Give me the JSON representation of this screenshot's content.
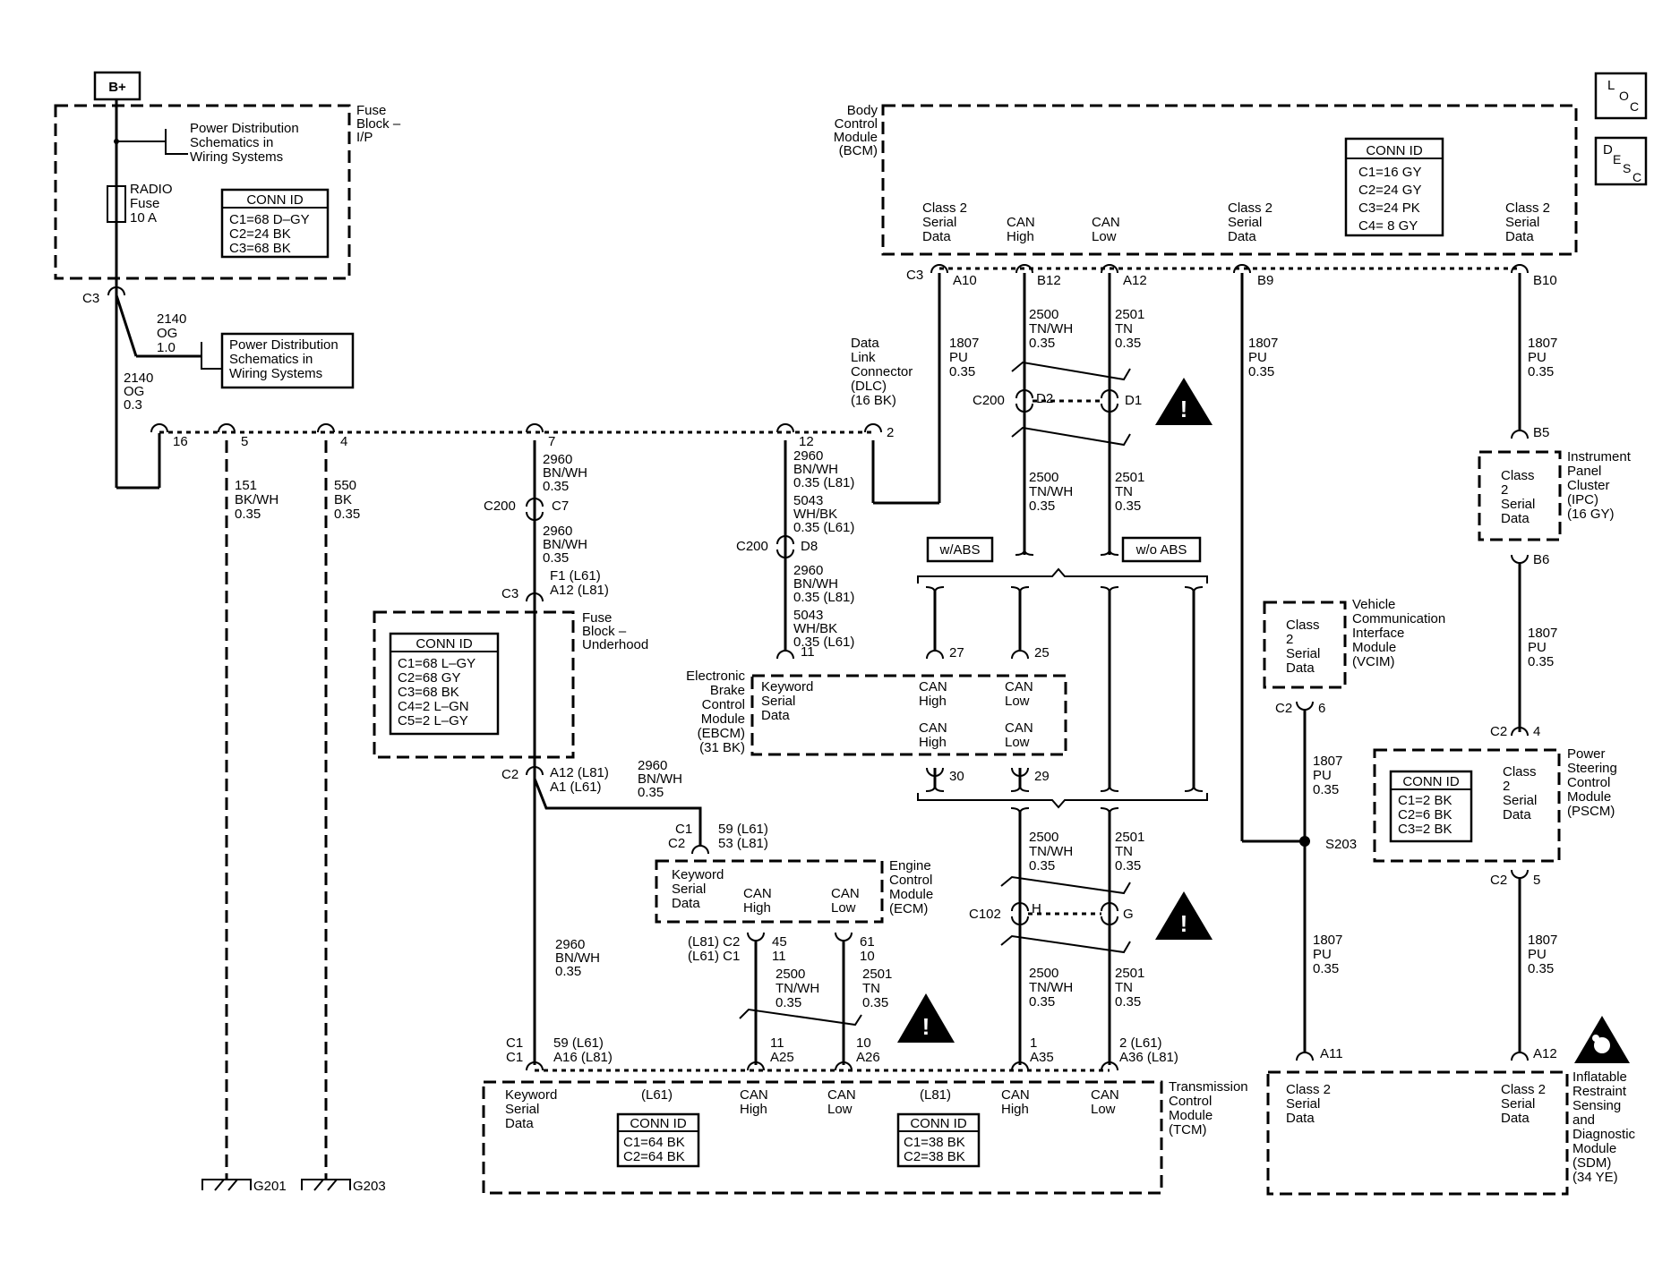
{
  "power": {
    "bplus": "B+",
    "fuse_block_ip": [
      "Fuse",
      "Block –",
      "I/P"
    ],
    "pds1": [
      "Power Distribution",
      "Schematics in",
      "Wiring Systems"
    ],
    "radio_fuse": [
      "RADIO",
      "Fuse",
      "10 A"
    ],
    "conn1_title": "CONN ID",
    "conn1": [
      "C1=68 D–GY",
      "C2=24 BK",
      "C3=68 BK"
    ],
    "c3": "C3",
    "w2140a": [
      "2140",
      "OG",
      "1.0"
    ],
    "w2140b": [
      "2140",
      "OG",
      "0.3"
    ],
    "pds2": [
      "Power Distribution",
      "Schematics in",
      "Wiring Systems"
    ]
  },
  "dlc": {
    "label": [
      "Data",
      "Link",
      "Connector",
      "(DLC)",
      "(16 BK)"
    ],
    "pins": [
      "16",
      "5",
      "4",
      "7",
      "12",
      "2"
    ],
    "w151": [
      "151",
      "BK/WH",
      "0.35"
    ],
    "w550": [
      "550",
      "BK",
      "0.35"
    ],
    "ground1": "G201",
    "ground2": "G203"
  },
  "fbu": {
    "label": [
      "Fuse",
      "Block –",
      "Underhood"
    ],
    "conn_title": "CONN ID",
    "conn": [
      "C1=68 L–GY",
      "C2=68 GY",
      "C3=68 BK",
      "C4=2 L–GN",
      "C5=2 L–GY"
    ],
    "c200": "C200",
    "c7": "C7",
    "w2960a": [
      "2960",
      "BN/WH",
      "0.35"
    ],
    "w2960b": [
      "2960",
      "BN/WH",
      "0.35"
    ],
    "f1": "F1 (L61)",
    "a12a": "A12 (L81)",
    "c3": "C3",
    "c2": "C2",
    "a12b": "A12 (L81)",
    "a1": "A1 (L61)",
    "w2960c": [
      "2960",
      "BN/WH",
      "0.35"
    ]
  },
  "mid": {
    "w12": [
      "2960",
      "BN/WH",
      "0.35 (L81)",
      "5043",
      "WH/BK",
      "0.35 (L61)"
    ],
    "c200": "C200",
    "d8": "D8",
    "w12b": [
      "2960",
      "BN/WH",
      "0.35 (L81)",
      "5043",
      "WH/BK",
      "0.35 (L61)"
    ],
    "pin11": "11"
  },
  "bcm": {
    "label": [
      "Body",
      "Control",
      "Module",
      "(BCM)"
    ],
    "conn_title": "CONN ID",
    "conn": [
      "C1=16 GY",
      "C2=24 GY",
      "C3=24 PK",
      "C4=  8 GY"
    ],
    "s1": [
      "Class 2",
      "Serial",
      "Data"
    ],
    "s2": [
      "CAN",
      "High"
    ],
    "s3": [
      "CAN",
      "Low"
    ],
    "s4": [
      "Class 2",
      "Serial",
      "Data"
    ],
    "s5": [
      "Class 2",
      "Serial",
      "Data"
    ],
    "c3": "C3",
    "pins": [
      "A10",
      "B12",
      "A12",
      "B9",
      "B10"
    ]
  },
  "wires": {
    "w1807a": [
      "1807",
      "PU",
      "0.35"
    ],
    "w2500a": [
      "2500",
      "TN/WH",
      "0.35"
    ],
    "w2501a": [
      "2501",
      "TN",
      "0.35"
    ],
    "w1807b": [
      "1807",
      "PU",
      "0.35"
    ],
    "w1807c": [
      "1807",
      "PU",
      "0.35"
    ],
    "c200": "C200",
    "d2": "D2",
    "d1": "D1",
    "w2500b": [
      "2500",
      "TN/WH",
      "0.35"
    ],
    "w2501b": [
      "2501",
      "TN",
      "0.35"
    ],
    "wabs": "w/ABS",
    "woabs": "w/o ABS"
  },
  "ebcm": {
    "label": [
      "Electronic",
      "Brake",
      "Control",
      "Module",
      "(EBCM)",
      "(31 BK)"
    ],
    "kw": [
      "Keyword",
      "Serial",
      "Data"
    ],
    "ch1": [
      "CAN",
      "High"
    ],
    "cl1": [
      "CAN",
      "Low"
    ],
    "ch2": [
      "CAN",
      "High"
    ],
    "cl2": [
      "CAN",
      "Low"
    ],
    "pins": [
      "27",
      "25",
      "30",
      "29"
    ]
  },
  "ecm": {
    "label": [
      "Engine",
      "Control",
      "Module",
      "(ECM)"
    ],
    "kw": [
      "Keyword",
      "Serial",
      "Data"
    ],
    "ch": [
      "CAN",
      "High"
    ],
    "cl": [
      "CAN",
      "Low"
    ],
    "c1c2": [
      "C1",
      "C2"
    ],
    "p5953": [
      "59 (L61)",
      "53 (L81)"
    ],
    "lc2": [
      "(L81) C2",
      "(L61) C1"
    ],
    "p45": [
      "45",
      "11"
    ],
    "p61": [
      "61",
      "10"
    ],
    "w2500": [
      "2500",
      "TN/WH",
      "0.35"
    ],
    "w2501": [
      "2501",
      "TN",
      "0.35"
    ],
    "w2960": [
      "2960",
      "BN/WH",
      "0.35"
    ]
  },
  "lower": {
    "w2500c": [
      "2500",
      "TN/WH",
      "0.35"
    ],
    "w2501c": [
      "2501",
      "TN",
      "0.35"
    ],
    "c102": "C102",
    "h": "H",
    "g": "G",
    "w2500d": [
      "2500",
      "TN/WH",
      "0.35"
    ],
    "w2501d": [
      "2501",
      "TN",
      "0.35"
    ]
  },
  "tcm": {
    "label": [
      "Transmission",
      "Control",
      "Module",
      "(TCM)"
    ],
    "c1c1": [
      "C1",
      "C1"
    ],
    "p59": [
      "59 (L61)",
      "A16 (L81)"
    ],
    "p11": [
      "11",
      "A25"
    ],
    "p10": [
      "10",
      "A26"
    ],
    "p1": [
      "1",
      "A35"
    ],
    "p2": [
      "2 (L61)",
      "A36 (L81)"
    ],
    "kw": [
      "Keyword",
      "Serial",
      "Data"
    ],
    "l61": "(L61)",
    "l81": "(L81)",
    "ch1": [
      "CAN",
      "High"
    ],
    "cl1": [
      "CAN",
      "Low"
    ],
    "ch2": [
      "CAN",
      "High"
    ],
    "cl2": [
      "CAN",
      "Low"
    ],
    "conn_title": "CONN ID",
    "conn1": [
      "C1=64 BK",
      "C2=64 BK"
    ],
    "conn2": [
      "C1=38 BK",
      "C2=38 BK"
    ]
  },
  "right": {
    "vcim": [
      "Vehicle",
      "Communication",
      "Interface",
      "Module",
      "(VCIM)"
    ],
    "vcim_in": [
      "Class",
      "2",
      "Serial",
      "Data"
    ],
    "c2_6": [
      "C2",
      "6"
    ],
    "w1807d": [
      "1807",
      "PU",
      "0.35"
    ],
    "s203": "S203",
    "w1807e": [
      "1807",
      "PU",
      "0.35"
    ],
    "a11": "A11",
    "ipc": [
      "Instrument",
      "Panel",
      "Cluster",
      "(IPC)",
      "(16 GY)"
    ],
    "ipc_in": [
      "Class",
      "2",
      "Serial",
      "Data"
    ],
    "b5": "B5",
    "b6": "B6",
    "w1807f": [
      "1807",
      "PU",
      "0.35"
    ],
    "c2_4": [
      "C2",
      "4"
    ],
    "pscm": [
      "Power",
      "Steering",
      "Control",
      "Module",
      "(PSCM)"
    ],
    "pscm_in": [
      "Class",
      "2",
      "Serial",
      "Data"
    ],
    "conn_title": "CONN ID",
    "pscm_conn": [
      "C1=2 BK",
      "C2=6 BK",
      "C3=2 BK"
    ],
    "c2_5": [
      "C2",
      "5"
    ],
    "w1807g": [
      "1807",
      "PU",
      "0.35"
    ],
    "a12": "A12",
    "sdm": [
      "Inflatable",
      "Restraint",
      "Sensing",
      "and",
      "Diagnostic",
      "Module",
      "(SDM)",
      "(34 YE)"
    ],
    "sdm_a": [
      "Class 2",
      "Serial",
      "Data"
    ],
    "sdm_b": [
      "Class 2",
      "Serial",
      "Data"
    ]
  },
  "side": {
    "loc": [
      "L",
      "O",
      "C"
    ],
    "desc": [
      "D",
      "E",
      "S",
      "C"
    ]
  }
}
